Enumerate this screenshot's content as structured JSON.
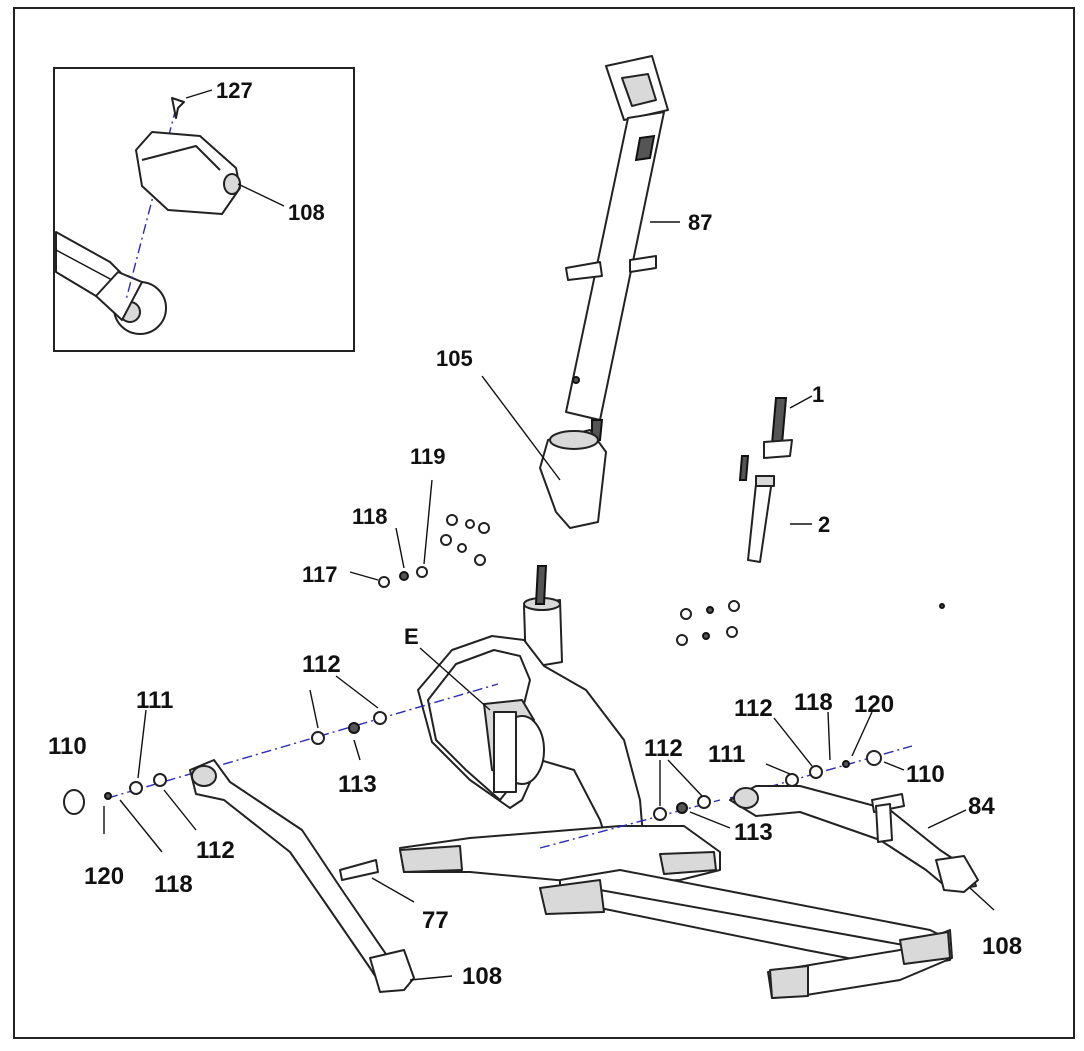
{
  "labels": {
    "p127": "127",
    "p108_inset": "108",
    "p87": "87",
    "p105": "105",
    "p1": "1",
    "p2": "2",
    "p119": "119",
    "p118_a": "118",
    "p117": "117",
    "pE": "E",
    "p112_a": "112",
    "p111_a": "111",
    "p110_a": "110",
    "p113_a": "113",
    "p112_b": "112",
    "p120_a": "120",
    "p118_b": "118",
    "p77": "77",
    "p108_a": "108",
    "p112_c": "112",
    "p118_c": "118",
    "p120_b": "120",
    "p111_b": "111",
    "p110_b": "110",
    "p112_d": "112",
    "p113_b": "113",
    "p84": "84",
    "p108_b": "108"
  }
}
